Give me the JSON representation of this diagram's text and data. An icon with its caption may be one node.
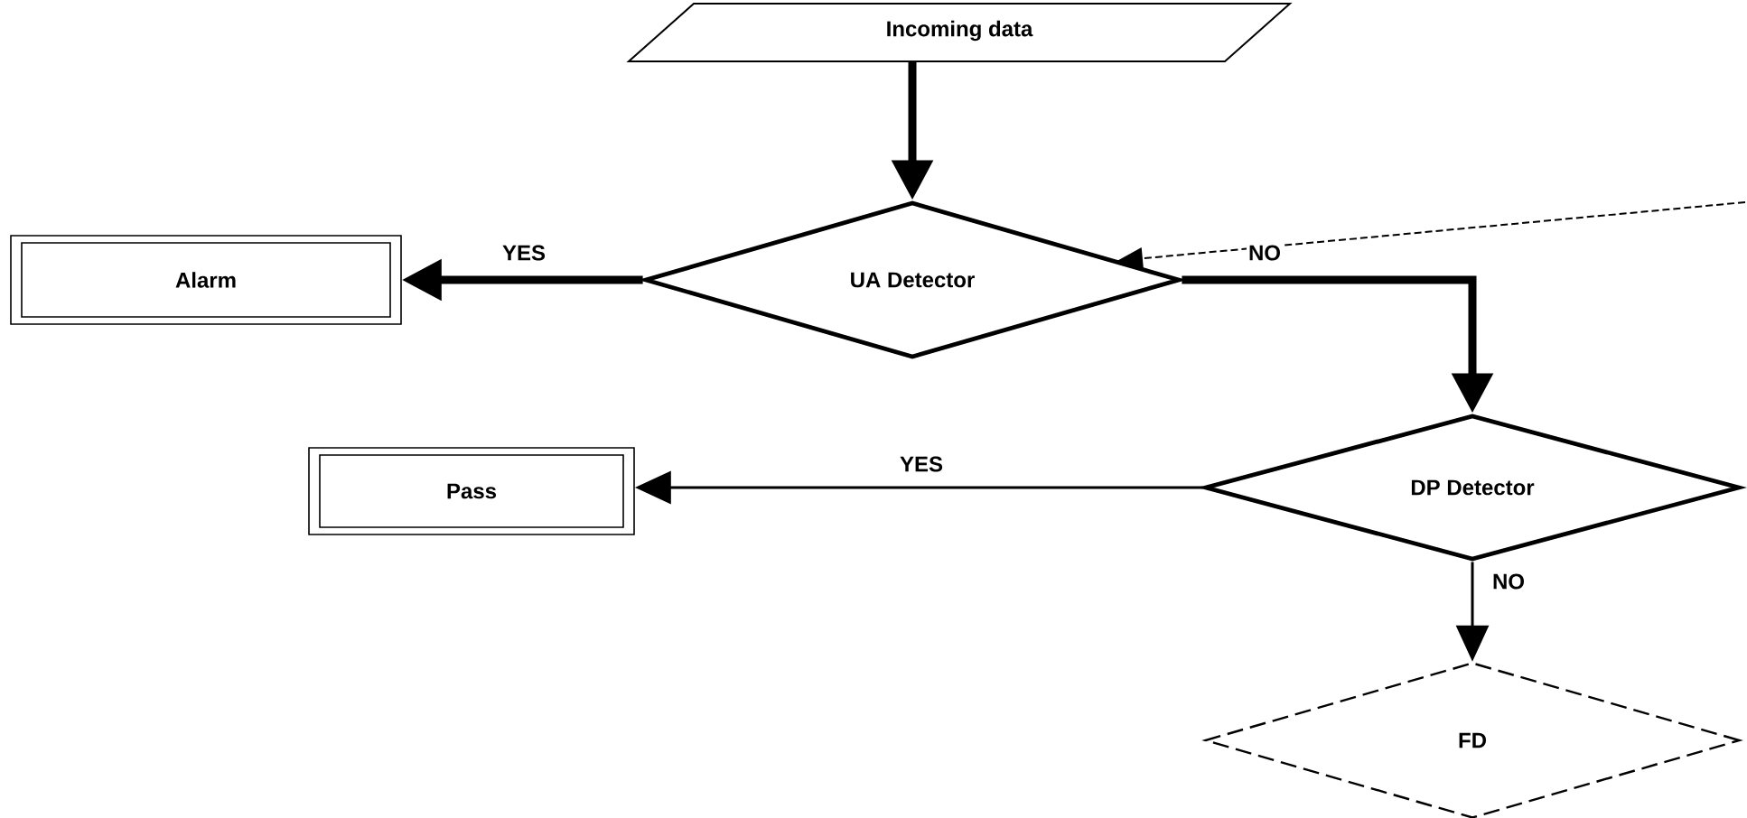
{
  "diagram": {
    "nodes": [
      {
        "text": [
          "Incoming data"
        ]
      },
      {
        "text": [
          "UA Detector"
        ]
      },
      {
        "text": [
          "Alarm"
        ]
      },
      {
        "text": [
          "DP Detector"
        ]
      },
      {
        "text": [
          "Pass"
        ]
      },
      {
        "text": [
          "FD"
        ]
      }
    ],
    "edges": [
      {
        "from": 0,
        "to": 1,
        "arrow": "to",
        "style": "thick"
      },
      {
        "from": 1,
        "to": 2,
        "arrow": "to",
        "style": "thick",
        "label": "YES"
      },
      {
        "from": 1,
        "to": 3,
        "arrow": "to",
        "style": "thick",
        "label": "NO"
      },
      {
        "from": 3,
        "to": 4,
        "arrow": "to",
        "label": "YES"
      },
      {
        "from": 3,
        "to": 5,
        "arrow": "to",
        "label": "NO"
      },
      {
        "from": null,
        "to": 1,
        "arrow": "to",
        "style": "dashed"
      }
    ]
  }
}
